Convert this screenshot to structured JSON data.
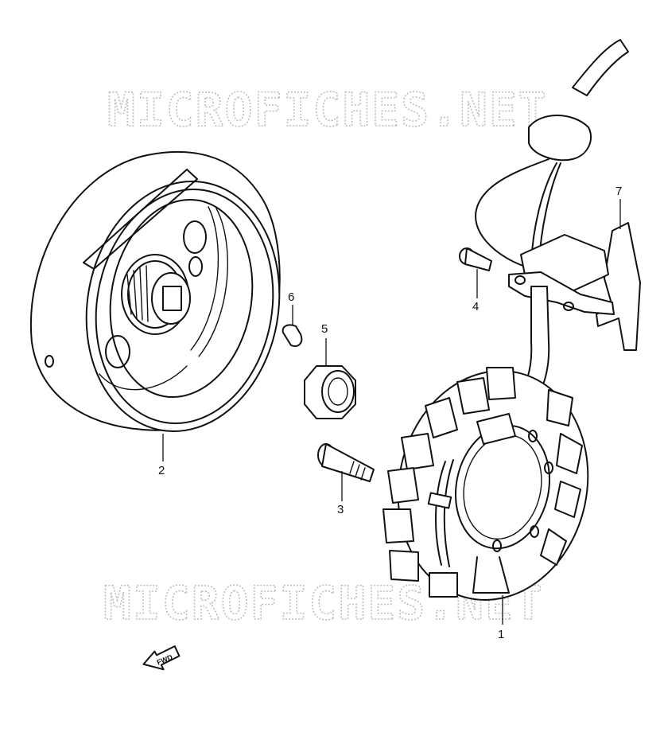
{
  "watermark": {
    "text": "MICROFICHES.NET"
  },
  "direction_marker": {
    "label": "FWD"
  },
  "callouts": [
    {
      "id": "1",
      "label": "1"
    },
    {
      "id": "2",
      "label": "2"
    },
    {
      "id": "3",
      "label": "3"
    },
    {
      "id": "4",
      "label": "4"
    },
    {
      "id": "5",
      "label": "5"
    },
    {
      "id": "6",
      "label": "6"
    },
    {
      "id": "7",
      "label": "7"
    }
  ],
  "colors": {
    "line": "#111111",
    "watermark": "#bdbdbd",
    "background": "#ffffff"
  }
}
